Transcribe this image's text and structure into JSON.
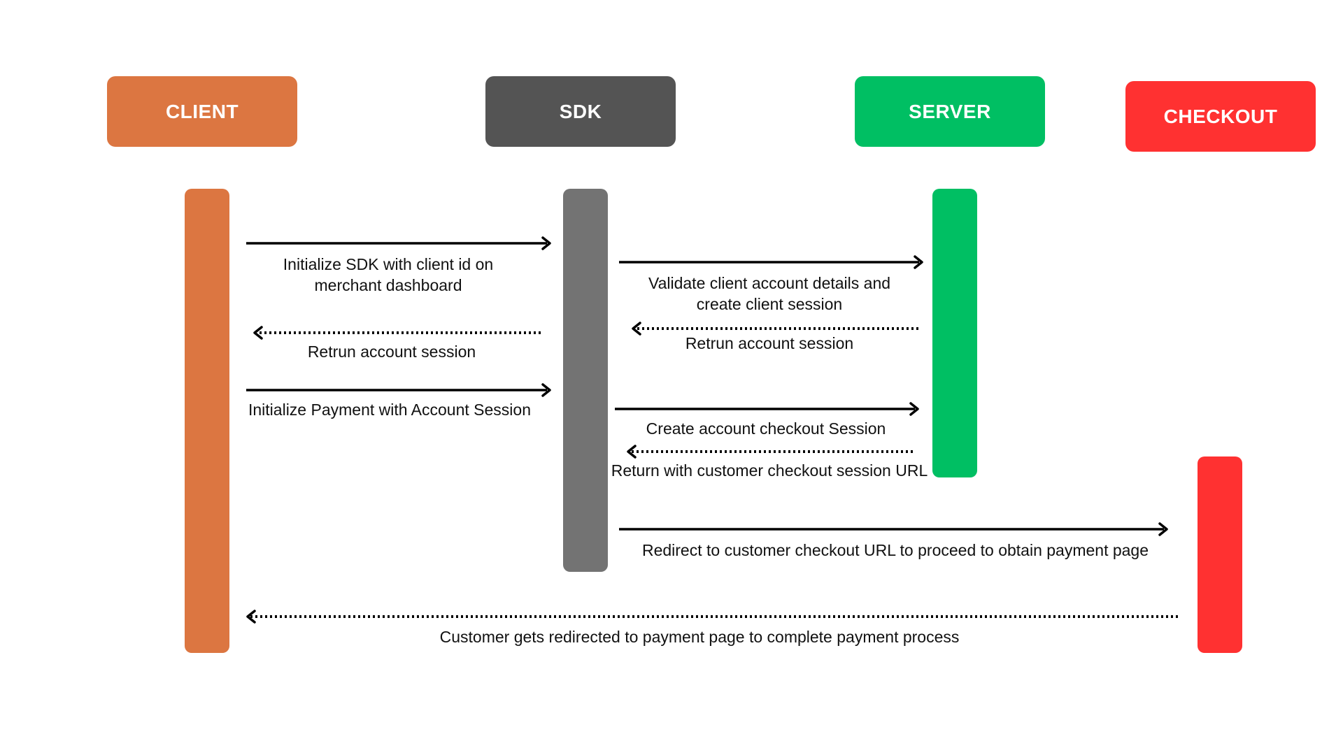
{
  "actors": {
    "client": {
      "label": "CLIENT",
      "color": "#DC7641"
    },
    "sdk": {
      "label": "SDK",
      "color": "#545454"
    },
    "server": {
      "label": "SERVER",
      "color": "#00BF63"
    },
    "checkout": {
      "label": "CHECKOUT",
      "color": "#FF3131"
    }
  },
  "lifeline_colors": {
    "client": "#DC7641",
    "sdk": "#737373",
    "server": "#00BF63",
    "checkout": "#FF3131"
  },
  "messages": [
    {
      "id": "m1",
      "from": "client",
      "to": "sdk",
      "style": "solid",
      "label": "Initialize SDK with client id on\nmerchant dashboard"
    },
    {
      "id": "m2",
      "from": "sdk",
      "to": "server",
      "style": "solid",
      "label": "Validate client account details and\ncreate client session"
    },
    {
      "id": "m3",
      "from": "server",
      "to": "sdk",
      "style": "dotted",
      "label": "Retrun account session"
    },
    {
      "id": "m4",
      "from": "sdk",
      "to": "client",
      "style": "dotted",
      "label": "Retrun account session"
    },
    {
      "id": "m5",
      "from": "client",
      "to": "sdk",
      "style": "solid",
      "label": "Initialize Payment with Account Session"
    },
    {
      "id": "m6",
      "from": "sdk",
      "to": "server",
      "style": "solid",
      "label": "Create account checkout Session"
    },
    {
      "id": "m7",
      "from": "server",
      "to": "sdk",
      "style": "dotted",
      "label": "Return with customer checkout session URL"
    },
    {
      "id": "m8",
      "from": "sdk",
      "to": "checkout",
      "style": "solid",
      "label": "Redirect to customer checkout URL to proceed to obtain payment page"
    },
    {
      "id": "m9",
      "from": "checkout",
      "to": "client",
      "style": "dotted",
      "label": "Customer gets redirected to payment page to complete payment process"
    }
  ]
}
